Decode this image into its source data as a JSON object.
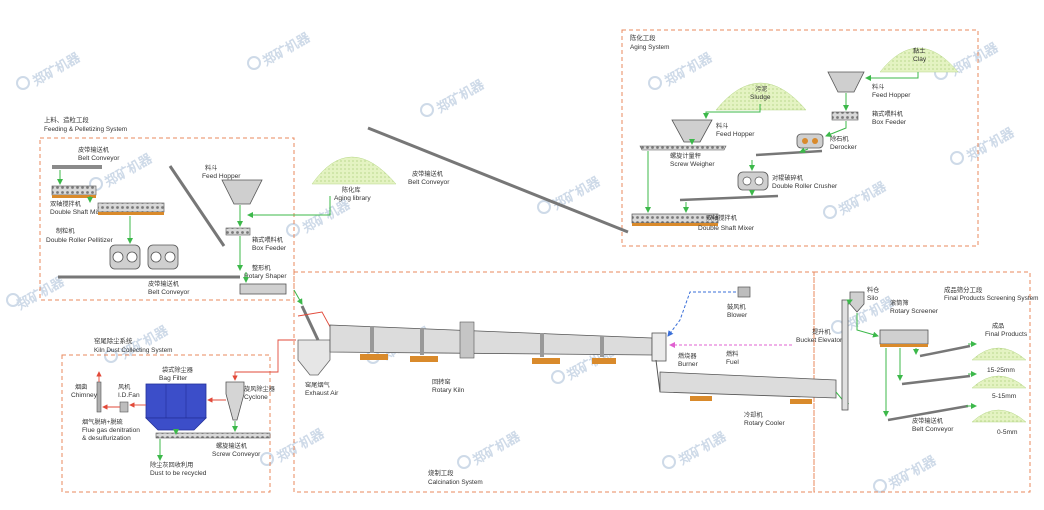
{
  "watermark": "郑矿机器",
  "sections": {
    "feeding": {
      "cn": "上料、造粒工段",
      "en": "Feeding & Pelletizing System"
    },
    "aging": {
      "cn": "陈化工段",
      "en": "Aging System"
    },
    "kiln_dust": {
      "cn": "窑尾除尘系统",
      "en": "Kiln Dust Collecting System"
    },
    "calcination": {
      "cn": "烧制工段",
      "en": "Calcination System"
    },
    "screening": {
      "cn": "成品筛分工段",
      "en": "Final Products Screening System"
    }
  },
  "labels": {
    "belt_conveyor_top": {
      "cn": "皮带输送机",
      "en": "Belt Conveyor"
    },
    "double_shaft_mixer_left": {
      "cn": "双轴搅拌机",
      "en": "Double Shaft Mixer"
    },
    "pelletizer": {
      "cn": "制粒机",
      "en": "Double Roller Pellitizer"
    },
    "belt_conveyor_low": {
      "cn": "皮带输送机",
      "en": "Belt Conveyor"
    },
    "feed_hopper_left": {
      "cn": "料斗",
      "en": "Feed Hopper"
    },
    "box_feeder_left": {
      "cn": "箱式喂料机",
      "en": "Box Feeder"
    },
    "aging_library": {
      "cn": "陈化库",
      "en": "Aging library"
    },
    "belt_conveyor_mid": {
      "cn": "皮带输送机",
      "en": "Belt Conveyor"
    },
    "rotary_shaper": {
      "cn": "整形机",
      "en": "Rotary Shaper"
    },
    "sludge": {
      "cn": "污泥",
      "en": "Sludge"
    },
    "clay": {
      "cn": "黏土",
      "en": "Clay"
    },
    "feed_hopper_aging": {
      "cn": "料斗",
      "en": "Feed Hopper"
    },
    "screw_weigher": {
      "cn": "螺旋计量秤",
      "en": "Screw Weigher"
    },
    "feed_hopper_right": {
      "cn": "料斗",
      "en": "Feed Hopper"
    },
    "box_feeder_right": {
      "cn": "箱式喂料机",
      "en": "Box Feeder"
    },
    "derocker": {
      "cn": "除石机",
      "en": "Derocker"
    },
    "double_roller_crusher": {
      "cn": "对辊破碎机",
      "en": "Double Roller Crusher"
    },
    "double_shaft_mixer_right": {
      "cn": "双轴搅拌机",
      "en": "Double Shaft Mixer"
    },
    "blower": {
      "cn": "鼓风机",
      "en": "Blower"
    },
    "bucket_elevator": {
      "cn": "提升机",
      "en": "Bucket Elevator"
    },
    "silo": {
      "cn": "料仓",
      "en": "Silo"
    },
    "rotary_screener": {
      "cn": "滚筒筛",
      "en": "Rotary Screener"
    },
    "final_products": {
      "cn": "成品",
      "en": "Final Products"
    },
    "burner": {
      "cn": "燃烧器",
      "en": "Burner"
    },
    "fuel": {
      "cn": "燃料",
      "en": "Fuel"
    },
    "exhaust_air": {
      "cn": "窑尾烟气",
      "en": "Exhaust Air"
    },
    "rotary_kiln": {
      "cn": "回转窑",
      "en": "Rotary Kiln"
    },
    "rotary_cooler": {
      "cn": "冷却机",
      "en": "Rotary Cooler"
    },
    "belt_conveyor_right": {
      "cn": "皮带输送机",
      "en": "Belt Conveyor"
    },
    "chimney": {
      "cn": "烟囱",
      "en": "Chimney"
    },
    "id_fan": {
      "cn": "风机",
      "en": "I.D.Fan"
    },
    "bag_filter": {
      "cn": "袋式除尘器",
      "en": "Bag Filter"
    },
    "cyclone": {
      "cn": "旋风除尘器",
      "en": "Cyclone"
    },
    "flue_gas": {
      "cn": "烟气脱硝+脱硫",
      "en1": "Flue gas denitration",
      "en2": "& desulfurization"
    },
    "screw_conveyor": {
      "cn": "螺旋输送机",
      "en": "Screw Conveyor"
    },
    "dust_recycled": {
      "cn": "除尘灰回收利用",
      "en": "Dust to be recycled"
    }
  },
  "sizes": {
    "s1": "15-25mm",
    "s2": "5-15mm",
    "s3": "0-5mm"
  },
  "colors": {
    "frame": "#e8895e",
    "flow": "#3cb84a",
    "hot": "#e24a3a",
    "fuel": "#e060d0",
    "air": "#3a6fd8",
    "filter": "#3c4ec9",
    "pile": "#d6ecaa",
    "machine": "#cfcfcf",
    "support": "#d98a2b"
  }
}
